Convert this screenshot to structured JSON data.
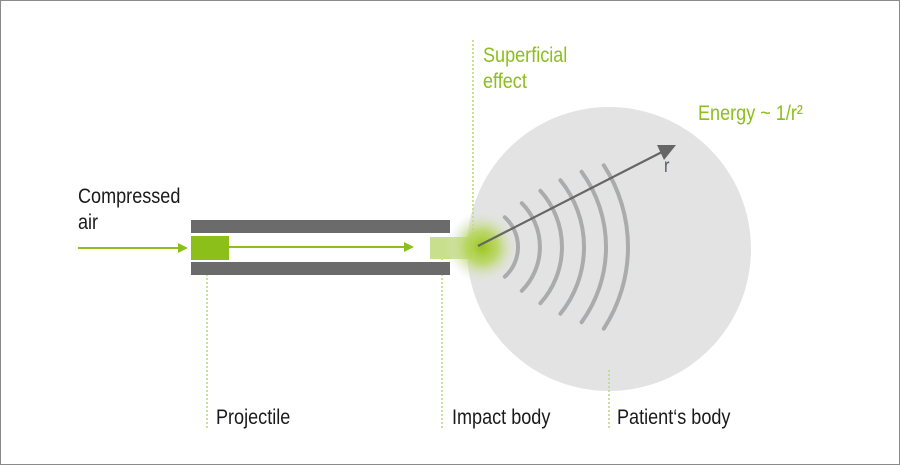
{
  "diagram": {
    "labels": {
      "compressed_air_line1": "Compressed",
      "compressed_air_line2": "air",
      "superficial_line1": "Superficial",
      "superficial_line2": "effect",
      "energy": "Energy ~ 1/r²",
      "radius": "r",
      "projectile": "Projectile",
      "impact_body": "Impact body",
      "patients_body": "Patient‘s body"
    },
    "colors": {
      "accent_green": "#8cbf1a",
      "light_green": "#c8e08e",
      "tube_gray": "#6b6b6c",
      "body_gray": "#e3e3e3",
      "wave_gray": "#a9abad",
      "vector_gray": "#666666"
    },
    "wave_count": 6
  }
}
